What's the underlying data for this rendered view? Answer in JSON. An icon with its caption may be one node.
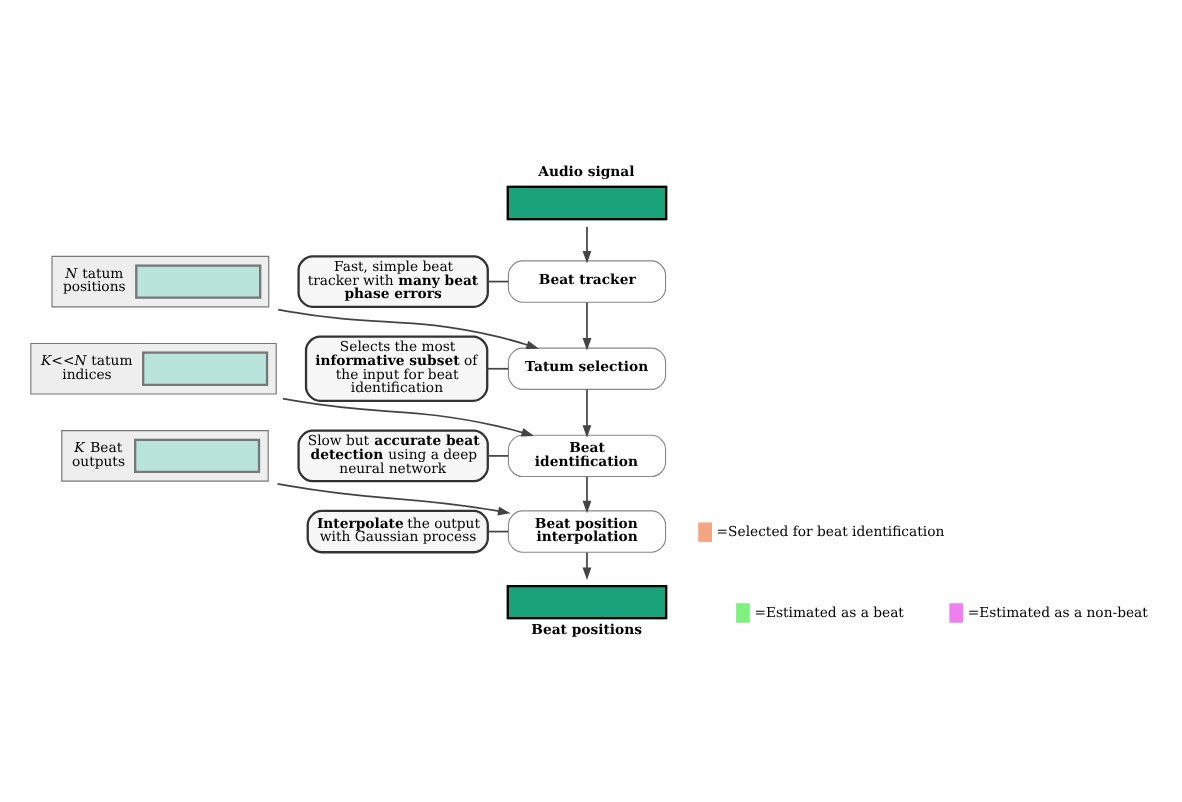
{
  "diagram": {
    "nodes": [
      {
        "text": [
          "Audio signal"
        ]
      },
      {
        "text": [
          "Beat tracker"
        ]
      },
      {
        "text": [
          "Tatum selection"
        ]
      },
      {
        "text": [
          "Beat identification"
        ]
      },
      {
        "text": [
          "Beat position interpolation"
        ]
      },
      {
        "text": [
          "Beat positions"
        ]
      },
      {
        "text": [
          "Fast, simple beat tracker with **many beat phase errors**"
        ]
      },
      {
        "text": [
          "Selects the most **informative subset** of the input for beat identification"
        ]
      },
      {
        "text": [
          "Slow but **accurate beat detection** using a deep neural network"
        ]
      },
      {
        "text": [
          "**Interpolate** the output with Gaussian process"
        ]
      },
      {
        "text": [
          "*N* tatum positions"
        ]
      },
      {
        "text": [
          "*K<<N* tatum indices"
        ]
      },
      {
        "text": [
          "*K* Beat outputs"
        ]
      }
    ],
    "edges": [
      {
        "from": 0,
        "to": 1,
        "arrow": "to"
      },
      {
        "from": 1,
        "to": 2,
        "arrow": "to"
      },
      {
        "from": 2,
        "to": 3,
        "arrow": "to"
      },
      {
        "from": 3,
        "to": 4,
        "arrow": "to"
      },
      {
        "from": 4,
        "to": 5,
        "arrow": "to"
      },
      {
        "from": 6,
        "to": 1,
        "arrow": "none"
      },
      {
        "from": 7,
        "to": 2,
        "arrow": "none"
      },
      {
        "from": 8,
        "to": 3,
        "arrow": "none"
      },
      {
        "from": 9,
        "to": 4,
        "arrow": "none"
      },
      {
        "from": 10,
        "to": 2,
        "arrow": "to"
      },
      {
        "from": 11,
        "to": 3,
        "arrow": "to"
      },
      {
        "from": 12,
        "to": 4,
        "arrow": "to"
      }
    ],
    "legend": [
      {
        "text": "=Selected for beat identification",
        "color": "#f4a582"
      },
      {
        "text": "=Estimated as a beat",
        "color": "#80f080"
      },
      {
        "text": "=Estimated as a non-beat",
        "color": "#f080f0"
      }
    ]
  }
}
